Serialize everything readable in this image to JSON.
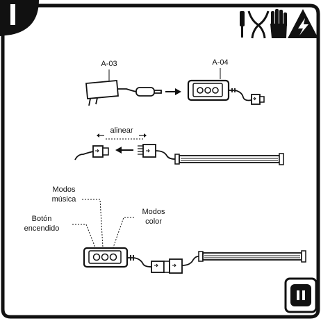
{
  "step": {
    "labels": {
      "adapter_code": "A-03",
      "controller_code": "A-04",
      "align": "alinear",
      "music_modes_line1": "Modos",
      "music_modes_line2": "música",
      "color_modes_line1": "Modos",
      "color_modes_line2": "color",
      "power_button_line1": "Botón",
      "power_button_line2": "encendido"
    },
    "tools": [
      "screwdriver-icon",
      "pliers-icon",
      "glove-icon",
      "electrical-hazard-icon"
    ],
    "outlet_icon": "power-outlet-icon",
    "colors": {
      "ink": "#111111",
      "paper": "#ffffff"
    }
  }
}
